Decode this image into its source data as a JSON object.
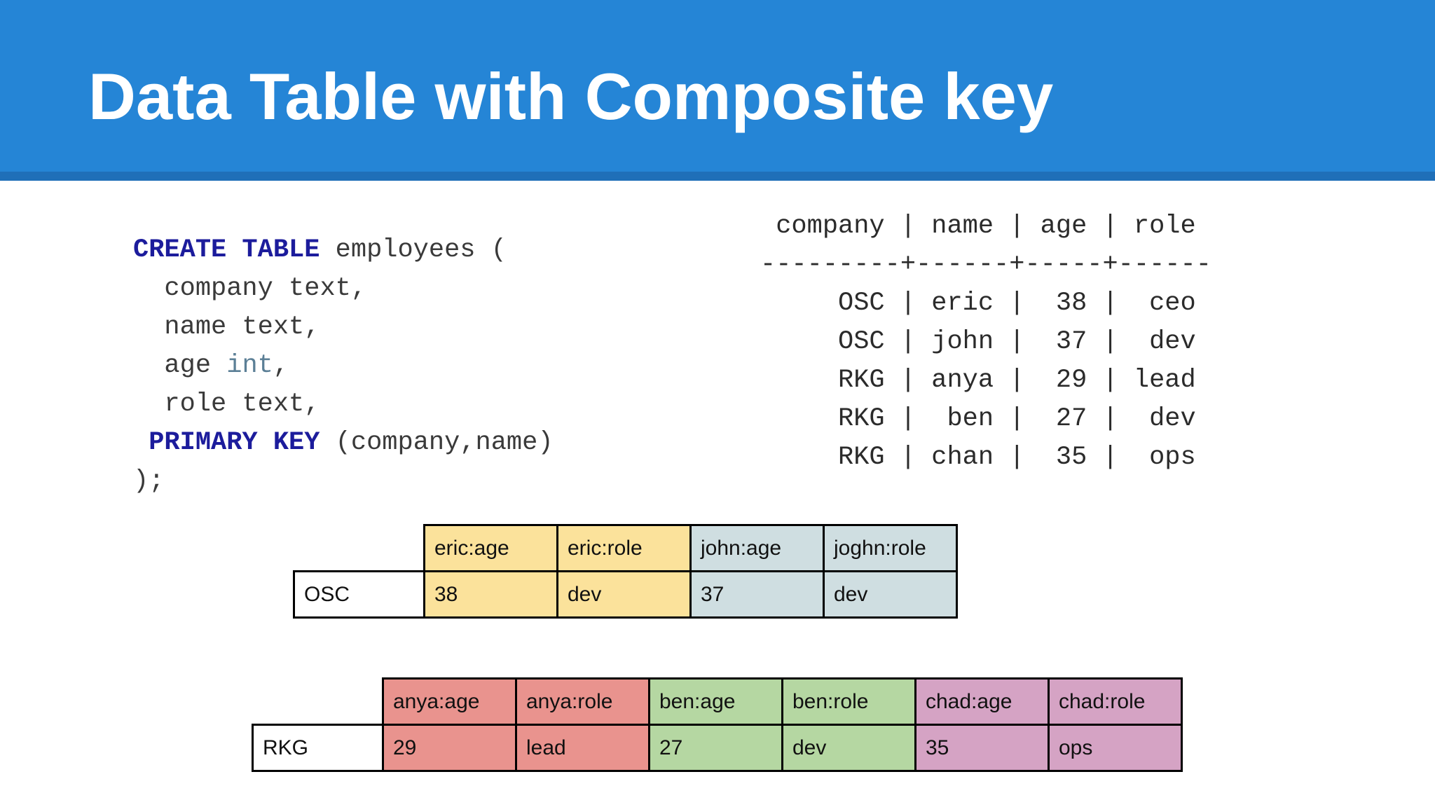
{
  "title": "Data Table with Composite key",
  "colors": {
    "header_blue": "#2585d6",
    "header_strip": "#1f6fb8",
    "keyword": "#1c1c9c",
    "type_int": "#5b7f96",
    "code_text": "#3a3a3a",
    "yellow": "#fbe29b",
    "bluegray": "#cfdee1",
    "salmon": "#e9938e",
    "green": "#b5d7a2",
    "mauve": "#d5a3c4"
  },
  "sql_code": {
    "lines": [
      {
        "segments": [
          {
            "text": "CREATE TABLE",
            "style": "kw"
          },
          {
            "text": " employees (",
            "style": "plain"
          }
        ]
      },
      {
        "segments": [
          {
            "text": "  company text,",
            "style": "plain"
          }
        ]
      },
      {
        "segments": [
          {
            "text": "  name text,",
            "style": "plain"
          }
        ]
      },
      {
        "segments": [
          {
            "text": "  age ",
            "style": "plain"
          },
          {
            "text": "int",
            "style": "type"
          },
          {
            "text": ",",
            "style": "plain"
          }
        ]
      },
      {
        "segments": [
          {
            "text": "  role text,",
            "style": "plain"
          }
        ]
      },
      {
        "segments": [
          {
            "text": " ",
            "style": "plain"
          },
          {
            "text": "PRIMARY KEY",
            "style": "kw"
          },
          {
            "text": " (company,name)",
            "style": "plain"
          }
        ]
      },
      {
        "segments": [
          {
            "text": ");",
            "style": "plain"
          }
        ]
      }
    ]
  },
  "query_output": {
    "lines": [
      " company | name | age | role",
      "---------+------+-----+------",
      "     OSC | eric |  38 |  ceo",
      "     OSC | john |  37 |  dev",
      "     RKG | anya |  29 | lead",
      "     RKG |  ben |  27 |  dev",
      "     RKG | chan |  35 |  ops"
    ]
  },
  "wide_row_tables": [
    {
      "row_key": "OSC",
      "columns": [
        {
          "header": "eric:age",
          "value": "38",
          "color_key": "yellow"
        },
        {
          "header": "eric:role",
          "value": "dev",
          "color_key": "yellow"
        },
        {
          "header": "john:age",
          "value": "37",
          "color_key": "bluegray"
        },
        {
          "header": "joghn:role",
          "value": "dev",
          "color_key": "bluegray"
        }
      ]
    },
    {
      "row_key": "RKG",
      "columns": [
        {
          "header": "anya:age",
          "value": "29",
          "color_key": "salmon"
        },
        {
          "header": "anya:role",
          "value": "lead",
          "color_key": "salmon"
        },
        {
          "header": "ben:age",
          "value": "27",
          "color_key": "green"
        },
        {
          "header": "ben:role",
          "value": "dev",
          "color_key": "green"
        },
        {
          "header": "chad:age",
          "value": "35",
          "color_key": "mauve"
        },
        {
          "header": "chad:role",
          "value": "ops",
          "color_key": "mauve"
        }
      ]
    }
  ]
}
